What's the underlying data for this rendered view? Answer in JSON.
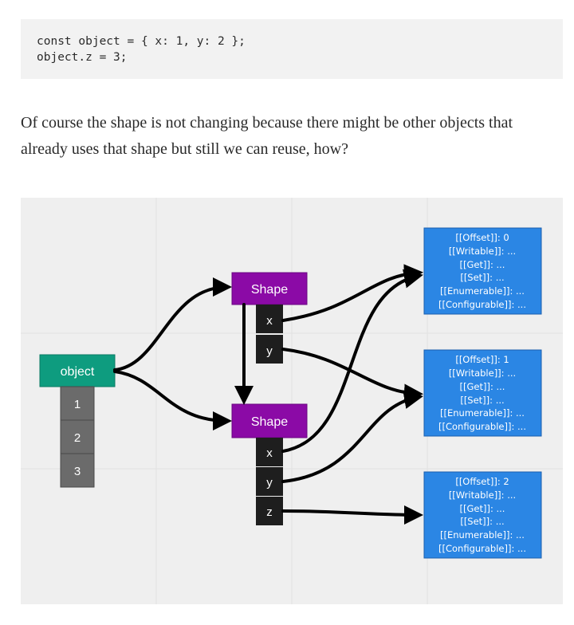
{
  "code": {
    "lines": [
      "const object = { x: 1, y: 2 };",
      "object.z = 3;"
    ]
  },
  "paragraph": "Of course the shape is not changing because there might be other objects that already uses that shape but still we can reuse, how?",
  "diagram": {
    "colors": {
      "object_box": "#0e9c7f",
      "value_cell": "#6b6b6b",
      "shape_box": "#8b0aa6",
      "key_cell": "#1e1e1e",
      "descriptor": "#2b86e4",
      "arrow": "#000000",
      "background": "#efefef"
    },
    "object": {
      "label": "object",
      "values": [
        "1",
        "2",
        "3"
      ]
    },
    "shape1": {
      "label": "Shape",
      "keys": [
        "x",
        "y"
      ]
    },
    "shape2": {
      "label": "Shape",
      "keys": [
        "x",
        "y",
        "z"
      ]
    },
    "descriptors": [
      {
        "lines": [
          "[[Offset]]: 0",
          "[[Writable]]: ...",
          "[[Get]]: ...",
          "[[Set]]: ...",
          "[[Enumerable]]: ...",
          "[[Configurable]]: ..."
        ]
      },
      {
        "lines": [
          "[[Offset]]: 1",
          "[[Writable]]: ...",
          "[[Get]]: ...",
          "[[Set]]: ...",
          "[[Enumerable]]: ...",
          "[[Configurable]]: ..."
        ]
      },
      {
        "lines": [
          "[[Offset]]: 2",
          "[[Writable]]: ...",
          "[[Get]]: ...",
          "[[Set]]: ...",
          "[[Enumerable]]: ...",
          "[[Configurable]]: ..."
        ]
      }
    ]
  }
}
